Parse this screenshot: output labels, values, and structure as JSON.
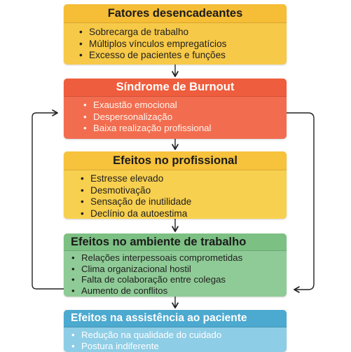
{
  "boxes": [
    {
      "title": "Fatores desencadeantes",
      "items": [
        "Sobrecarga de trabalho",
        "Múltiplos vínculos empregatícios",
        "Excesso de pacientes e funções"
      ]
    },
    {
      "title": "Síndrome de Burnout",
      "items": [
        "Exaustão emocional",
        "Despersonalização",
        "Baixa realização profissional"
      ]
    },
    {
      "title": "Efeitos no profissional",
      "items": [
        "Estresse elevado",
        "Desmotivação",
        "Sensação de inutilidade",
        "Declínio da autoestima"
      ]
    },
    {
      "title": "Efeitos no ambiente de trabalho",
      "items": [
        "Relações interpessoais comprometidas",
        "Clima organizacional hostil",
        "Falta de colaboração entre colegas",
        "Aumento de conflitos"
      ]
    },
    {
      "title": "Efeitos na assistência ao paciente",
      "items": [
        "Redução na qualidade do cuidado",
        "Postura indiferente"
      ]
    }
  ],
  "colors": {
    "trigger_box": "#f7c948",
    "burnout_box": "#f26d4f",
    "professional_box": "#f8d04f",
    "workplace_box": "#8fcb96",
    "patient_box": "#8ecde6",
    "arrow": "#222222"
  }
}
